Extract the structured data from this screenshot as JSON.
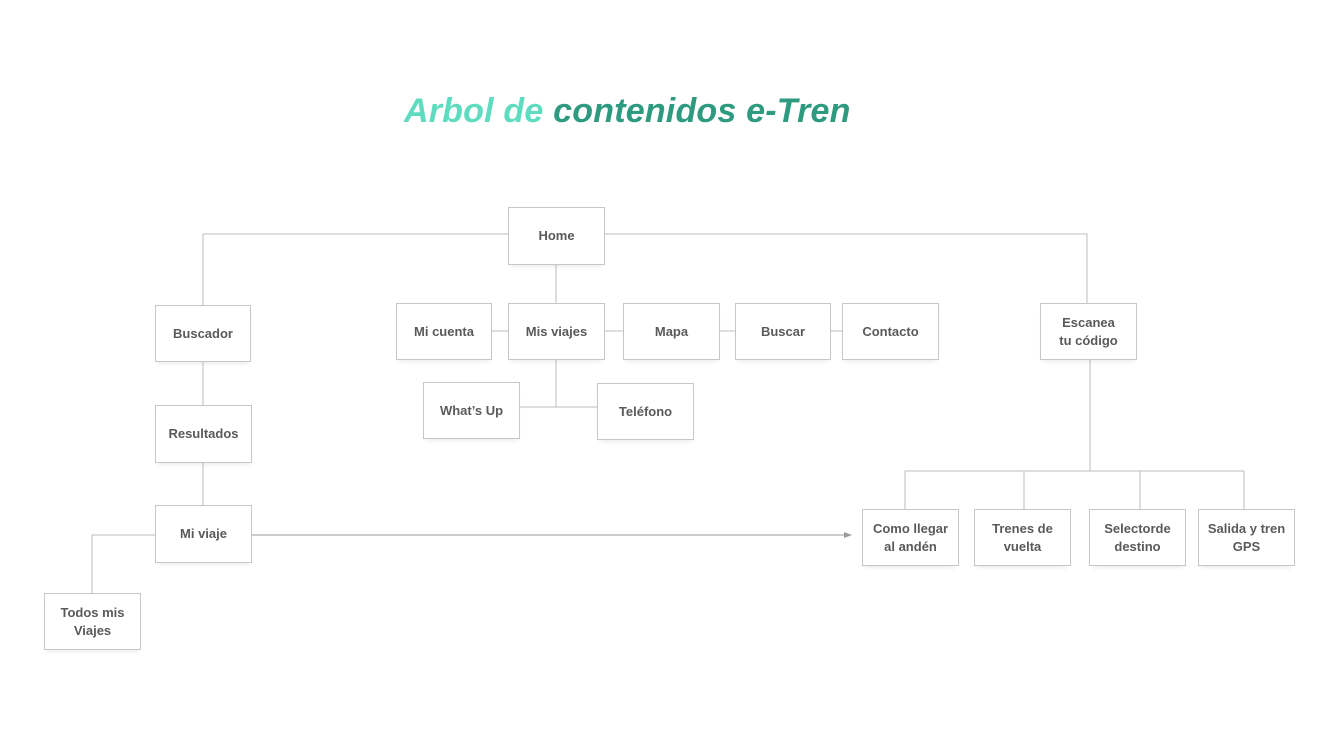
{
  "title": {
    "part1": "Arbol de",
    "part2": "contenidos e-Tren"
  },
  "colors": {
    "title_light": "#5fdcc0",
    "title_dark": "#2e9a80",
    "line": "#bdbdbd",
    "box_border": "#c7c7c7",
    "text": "#5a5a5a"
  },
  "nodes": {
    "home": "Home",
    "buscador": "Buscador",
    "resultados": "Resultados",
    "mi_viaje": "Mi viaje",
    "todos_mis_viajes": "Todos mis\nViajes",
    "mi_cuenta": "Mi cuenta",
    "mis_viajes": "Mis viajes",
    "mapa": "Mapa",
    "buscar": "Buscar",
    "contacto": "Contacto",
    "whats_up": "What’s Up",
    "telefono": "Teléfono",
    "escanea": "Escanea\ntu código",
    "como_llegar": "Como llegar\nal andén",
    "trenes_de_vuelta": "Trenes de\nvuelta",
    "selector_destino": "Selectorde\ndestino",
    "salida_tren_gps": "Salida y tren\nGPS"
  }
}
